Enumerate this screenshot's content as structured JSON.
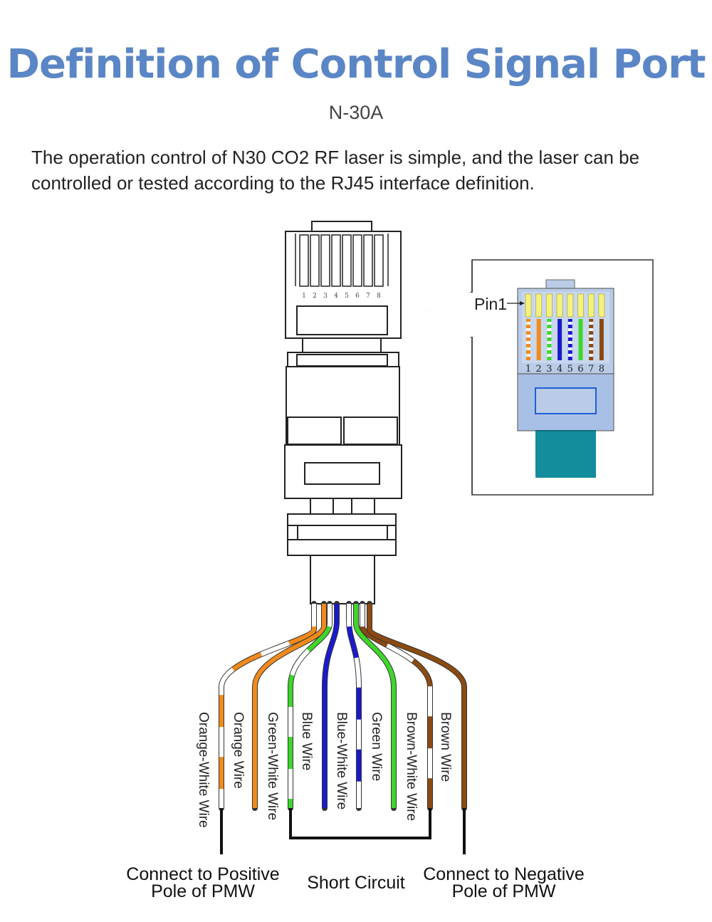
{
  "header": {
    "title": "Definition of Control Signal Port",
    "subtitle": "N-30A",
    "description": "The operation control of N30 CO2 RF laser is simple, and the laser can be controlled or tested according to the RJ45 interface definition."
  },
  "connector": {
    "pin_numbers": [
      "1",
      "2",
      "3",
      "4",
      "5",
      "6",
      "7",
      "8"
    ],
    "callout_label": "Pin1"
  },
  "wires": [
    {
      "label": "Orange-White Wire",
      "color": "#f08a1c",
      "striped": true
    },
    {
      "label": "Orange Wire",
      "color": "#f08a1c",
      "striped": false
    },
    {
      "label": "Green-White Wire",
      "color": "#3ed62a",
      "striped": true
    },
    {
      "label": "Blue Wire",
      "color": "#1a1acc",
      "striped": false
    },
    {
      "label": "Blue-White Wire",
      "color": "#1a1acc",
      "striped": true
    },
    {
      "label": "Green Wire",
      "color": "#3ed62a",
      "striped": false
    },
    {
      "label": "Brown-White Wire",
      "color": "#8a4a12",
      "striped": true
    },
    {
      "label": "Brown Wire",
      "color": "#8a4a12",
      "striped": false
    }
  ],
  "bottom_labels": {
    "positive": "Connect to Positive Pole of PMW",
    "positive_line1": "Connect to Positive",
    "positive_line2": "Pole of PMW",
    "short": "Short Circuit",
    "negative_line1": "Connect to Negative",
    "negative_line2": "Pole of PMW"
  },
  "colors": {
    "title": "#5b86c6",
    "plug_body": "#a9c0e6",
    "plug_boot": "#138c9c"
  }
}
